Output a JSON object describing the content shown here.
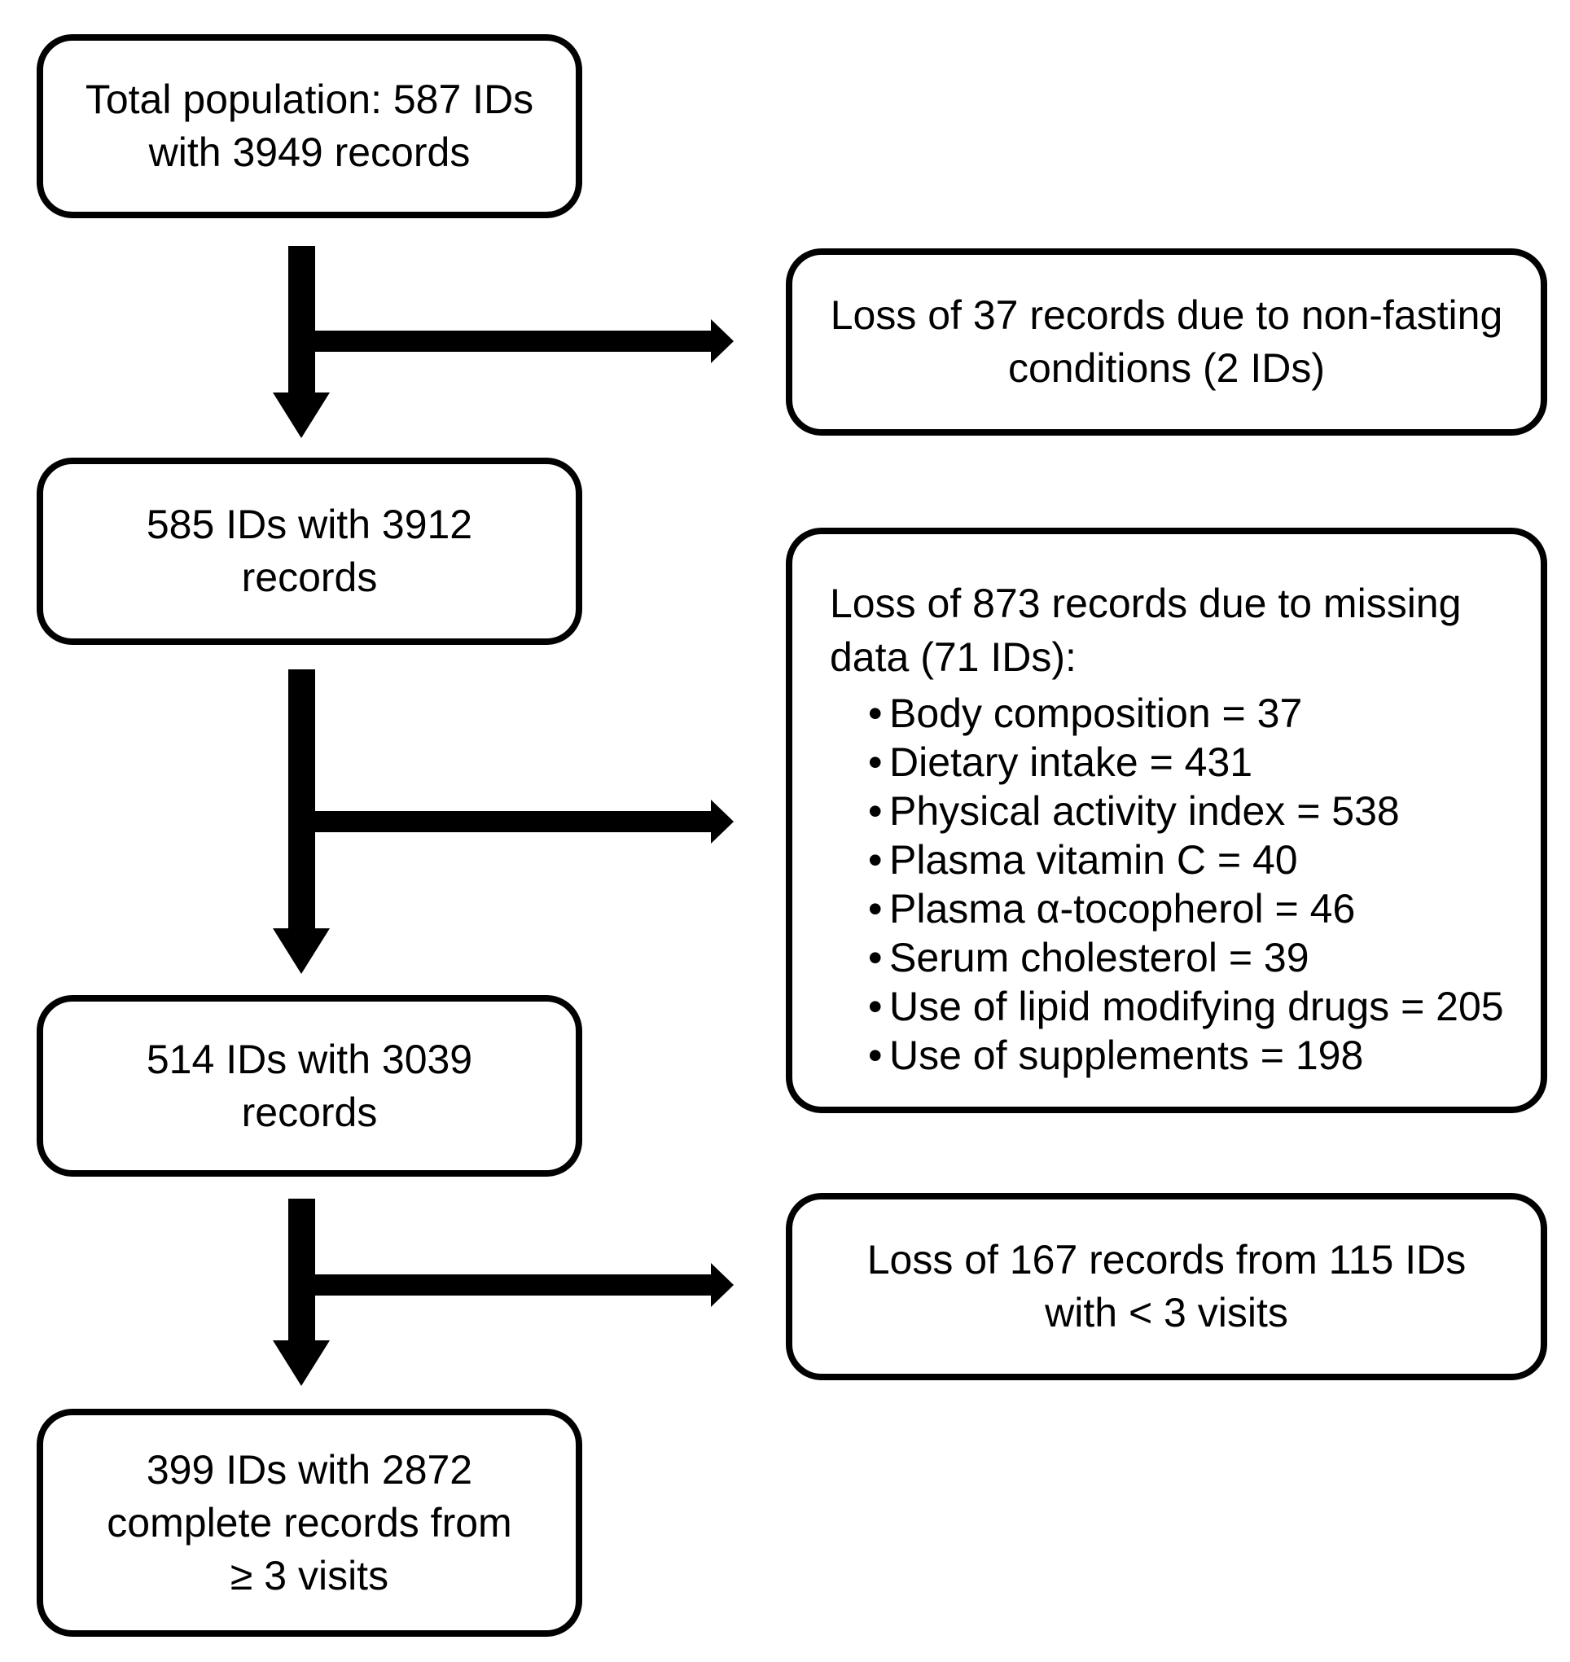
{
  "diagram": {
    "background_color": "#ffffff",
    "line_color": "#000000",
    "bullet_glyph": "•",
    "main_boxes": [
      {
        "lines": [
          "Total population: 587 IDs",
          "with 3949 records"
        ]
      },
      {
        "lines": [
          "585 IDs with 3912",
          "records"
        ]
      },
      {
        "lines": [
          "514 IDs with 3039",
          "records"
        ]
      },
      {
        "lines": [
          "399 IDs with 2872",
          "complete records from",
          "≥ 3 visits"
        ]
      }
    ],
    "side_boxes": [
      {
        "lines": [
          "Loss of 37 records due to non-fasting",
          "conditions (2 IDs)"
        ]
      },
      {
        "header_lines": [
          "Loss of 873 records due to missing",
          "data (71 IDs):"
        ],
        "bullets": [
          "Body composition = 37",
          "Dietary intake = 431",
          "Physical activity index = 538",
          "Plasma vitamin C = 40",
          "Plasma α-tocopherol = 46",
          "Serum cholesterol = 39",
          "Use of lipid modifying drugs = 205",
          "Use of supplements = 198"
        ]
      },
      {
        "lines": [
          "Loss of 167 records from 115 IDs",
          "with < 3 visits"
        ]
      }
    ]
  }
}
